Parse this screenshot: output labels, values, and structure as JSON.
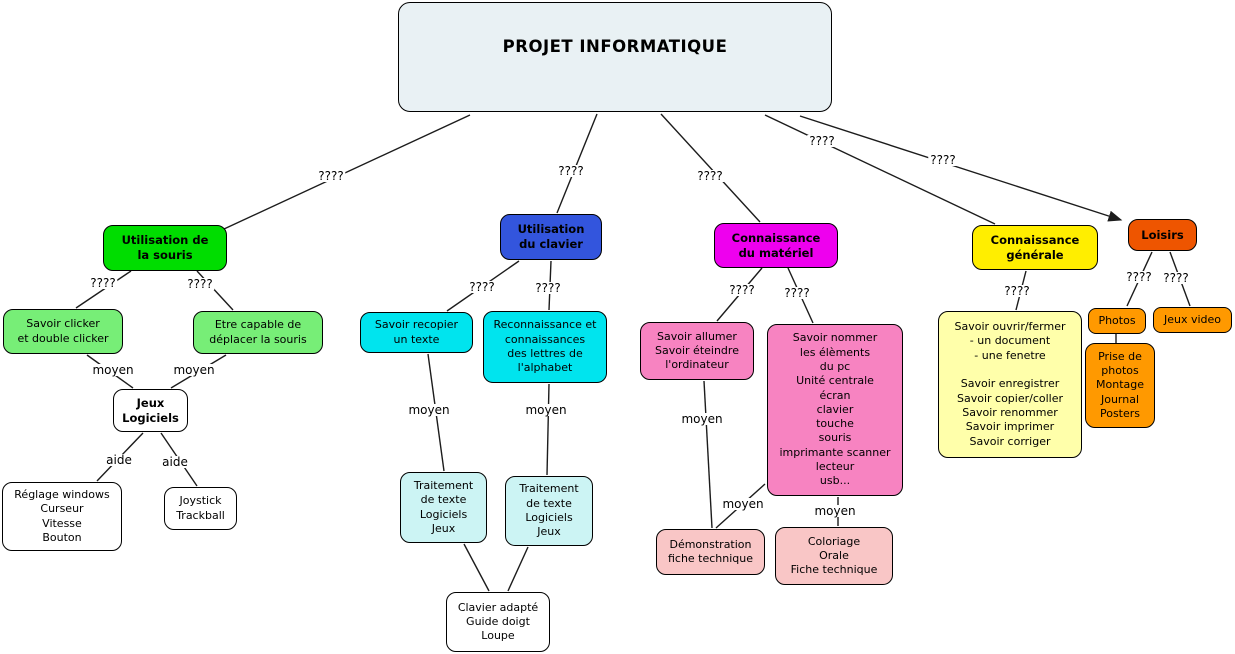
{
  "title": "PROJET INFORMATIQUE",
  "palette": {
    "title_box": "#e9f1f4",
    "green": "#00dd00",
    "light_green": "#77ee77",
    "blue": "#3355dd",
    "cyan": "#00e4ee",
    "pale_cyan": "#ccf4f4",
    "magenta": "#ee00ee",
    "pink": "#f783c1",
    "salmon": "#f9c6c6",
    "yellow": "#ffee00",
    "pale_yellow": "#ffffaa",
    "orange": "#ff9900",
    "red_orange": "#ee5500",
    "line": "#1c1c1c"
  },
  "nodes": {
    "souris_main": {
      "label": "Utilisation de\nla souris"
    },
    "clavier_main": {
      "label": "Utilisation\ndu clavier"
    },
    "materiel_main": {
      "label": "Connaissance\ndu matériel"
    },
    "generale_main": {
      "label": "Connaissance\ngénérale"
    },
    "loisirs_main": {
      "label": "Loisirs"
    },
    "savoir_clicker": {
      "label": "Savoir clicker\net double clicker"
    },
    "etre_capable": {
      "label": "Etre capable de\ndéplacer la souris"
    },
    "savoir_recopier": {
      "label": "Savoir recopier\nun texte"
    },
    "reconnaissance": {
      "label": "Reconnaissance et\nconnaissances\ndes lettres de\nl'alphabet"
    },
    "savoir_allumer": {
      "label": "Savoir allumer\nSavoir éteindre\nl'ordinateur"
    },
    "savoir_nommer": {
      "label": "Savoir nommer\nles élèments\ndu pc\nUnité centrale\nécran\nclavier\ntouche\nsouris\nimprimante scanner\nlecteur\nusb..."
    },
    "generale_detail": {
      "label": "Savoir ouvrir/fermer\n- un document\n- une fenetre\n\nSavoir enregistrer\nSavoir copier/coller\nSavoir renommer\nSavoir imprimer\nSavoir corriger"
    },
    "photos": {
      "label": "Photos"
    },
    "jeux_video": {
      "label": "Jeux video"
    },
    "prise_photos": {
      "label": "Prise de\nphotos\nMontage\nJournal\nPosters"
    },
    "jeux_logiciels": {
      "label": "Jeux\nLogiciels"
    },
    "traitement1": {
      "label": "Traitement\nde texte\nLogiciels\nJeux"
    },
    "traitement2": {
      "label": "Traitement\nde texte\nLogiciels\nJeux"
    },
    "demonstration": {
      "label": "Démonstration\nfiche technique"
    },
    "coloriage": {
      "label": "Coloriage\nOrale\nFiche technique"
    },
    "reglage": {
      "label": "Réglage windows\nCurseur\nVitesse\nBouton"
    },
    "joystick": {
      "label": "Joystick\nTrackball"
    },
    "clavier_adapte": {
      "label": "Clavier adapté\nGuide doigt\nLoupe"
    }
  },
  "edge_labels": [
    {
      "text": "????"
    },
    {
      "text": "????"
    },
    {
      "text": "????"
    },
    {
      "text": "????"
    },
    {
      "text": "????"
    },
    {
      "text": "????"
    },
    {
      "text": "????"
    },
    {
      "text": "????"
    },
    {
      "text": "????"
    },
    {
      "text": "????"
    },
    {
      "text": "????"
    },
    {
      "text": "????"
    },
    {
      "text": "????"
    },
    {
      "text": "????"
    },
    {
      "text": "moyen"
    },
    {
      "text": "moyen"
    },
    {
      "text": "moyen"
    },
    {
      "text": "moyen"
    },
    {
      "text": "moyen"
    },
    {
      "text": "moyen"
    },
    {
      "text": "moyen"
    },
    {
      "text": "aide"
    },
    {
      "text": "aide"
    }
  ]
}
